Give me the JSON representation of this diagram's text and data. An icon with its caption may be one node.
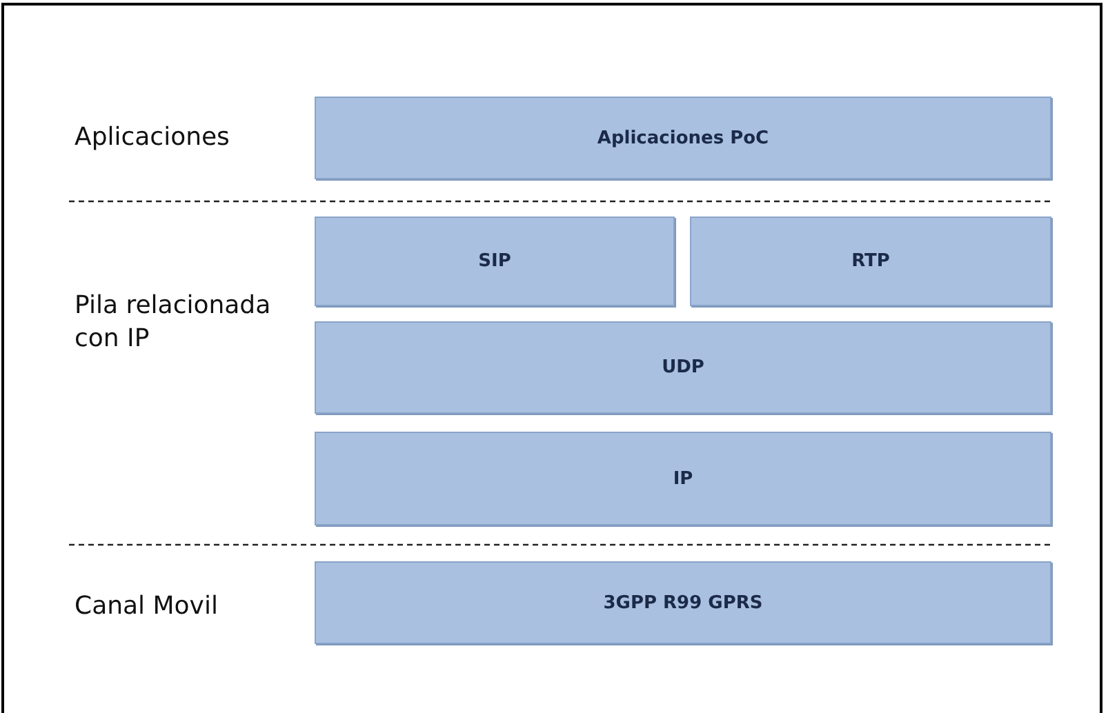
{
  "diagram": {
    "nodes": [
      {
        "text": [
          "Aplicaciones PoC"
        ]
      },
      {
        "text": [
          "SIP"
        ]
      },
      {
        "text": [
          "RTP"
        ]
      },
      {
        "text": [
          "UDP"
        ]
      },
      {
        "text": [
          "IP"
        ]
      },
      {
        "text": [
          "3GPP R99 GPRS"
        ]
      }
    ],
    "labels": [
      "Aplicaciones",
      "Pila relacionada con IP",
      "Canal Movil"
    ]
  }
}
